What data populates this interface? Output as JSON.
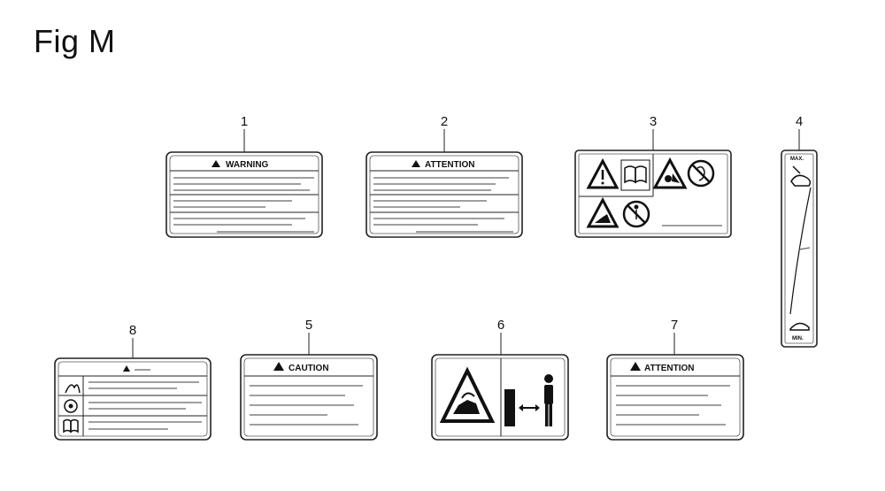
{
  "figure": {
    "title": "Fig M"
  },
  "labels": [
    {
      "number": "1",
      "header": "WARNING"
    },
    {
      "number": "2",
      "header": "ATTENTION"
    },
    {
      "number": "3"
    },
    {
      "number": "4",
      "max_text": "MAX.",
      "min_text": "MIN."
    },
    {
      "number": "5",
      "header": "CAUTION"
    },
    {
      "number": "6"
    },
    {
      "number": "7",
      "header": "ATTENTION"
    },
    {
      "number": "8"
    }
  ]
}
